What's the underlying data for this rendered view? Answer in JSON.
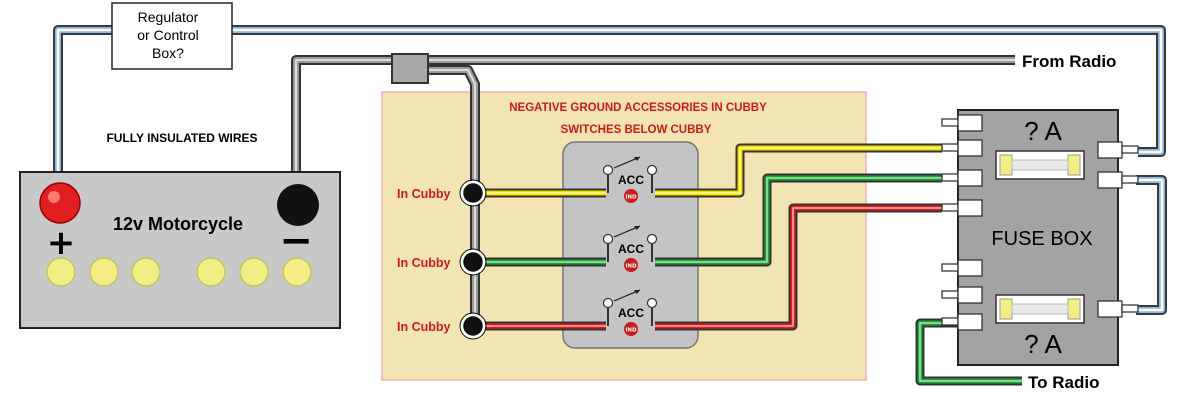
{
  "regulator": {
    "line1": "Regulator",
    "line2": "or Control",
    "line3": "Box?"
  },
  "insulated_label": "FULLY INSULATED WIRES",
  "battery": {
    "label": "12v Motorcycle",
    "plus": "+",
    "minus": "−"
  },
  "cubby": {
    "title1": "NEGATIVE GROUND ACCESSORIES IN CUBBY",
    "title2": "SWITCHES BELOW CUBBY",
    "terminals": [
      "In Cubby",
      "In Cubby",
      "In Cubby"
    ]
  },
  "switches": [
    {
      "label": "ACC",
      "ind": "IND"
    },
    {
      "label": "ACC",
      "ind": "IND"
    },
    {
      "label": "ACC",
      "ind": "IND"
    }
  ],
  "fusebox": {
    "label": "FUSE BOX",
    "fuse_top": "? A",
    "fuse_bottom": "? A"
  },
  "from_radio": "From Radio",
  "to_radio": "To Radio",
  "colors": {
    "yellow_wire": "#f0e000",
    "green_wire": "#1fa33a",
    "red_wire": "#e01b1b",
    "cubby_bg": "#f2e4b3",
    "cubby_border": "#f0b0b0",
    "battery": "#c8c8c8",
    "fusebox": "#a3a3a3",
    "switch_panel": "#c4c4c4",
    "cell": "#f2ee86"
  }
}
